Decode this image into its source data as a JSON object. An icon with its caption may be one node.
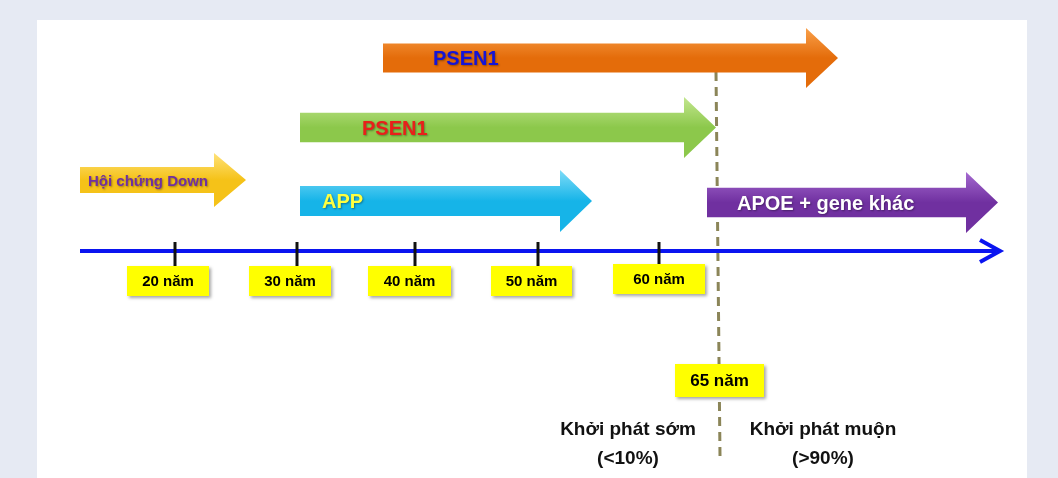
{
  "diagram": {
    "nodes": [
      {
        "text": [
          "PSEN1"
        ]
      },
      {
        "text": [
          "PSEN1"
        ]
      },
      {
        "text": [
          "Hội chứng Down"
        ]
      },
      {
        "text": [
          "APP"
        ]
      },
      {
        "text": [
          "APOE + gene khác"
        ]
      },
      {
        "text": [
          "20 năm"
        ]
      },
      {
        "text": [
          "30 năm"
        ]
      },
      {
        "text": [
          "40 năm"
        ]
      },
      {
        "text": [
          "50 năm"
        ]
      },
      {
        "text": [
          "60 năm"
        ]
      },
      {
        "text": [
          "65 năm"
        ]
      }
    ],
    "labels": [
      "Khởi phát sớm (<10%)",
      "Khởi phát muộn (>90%)"
    ]
  }
}
